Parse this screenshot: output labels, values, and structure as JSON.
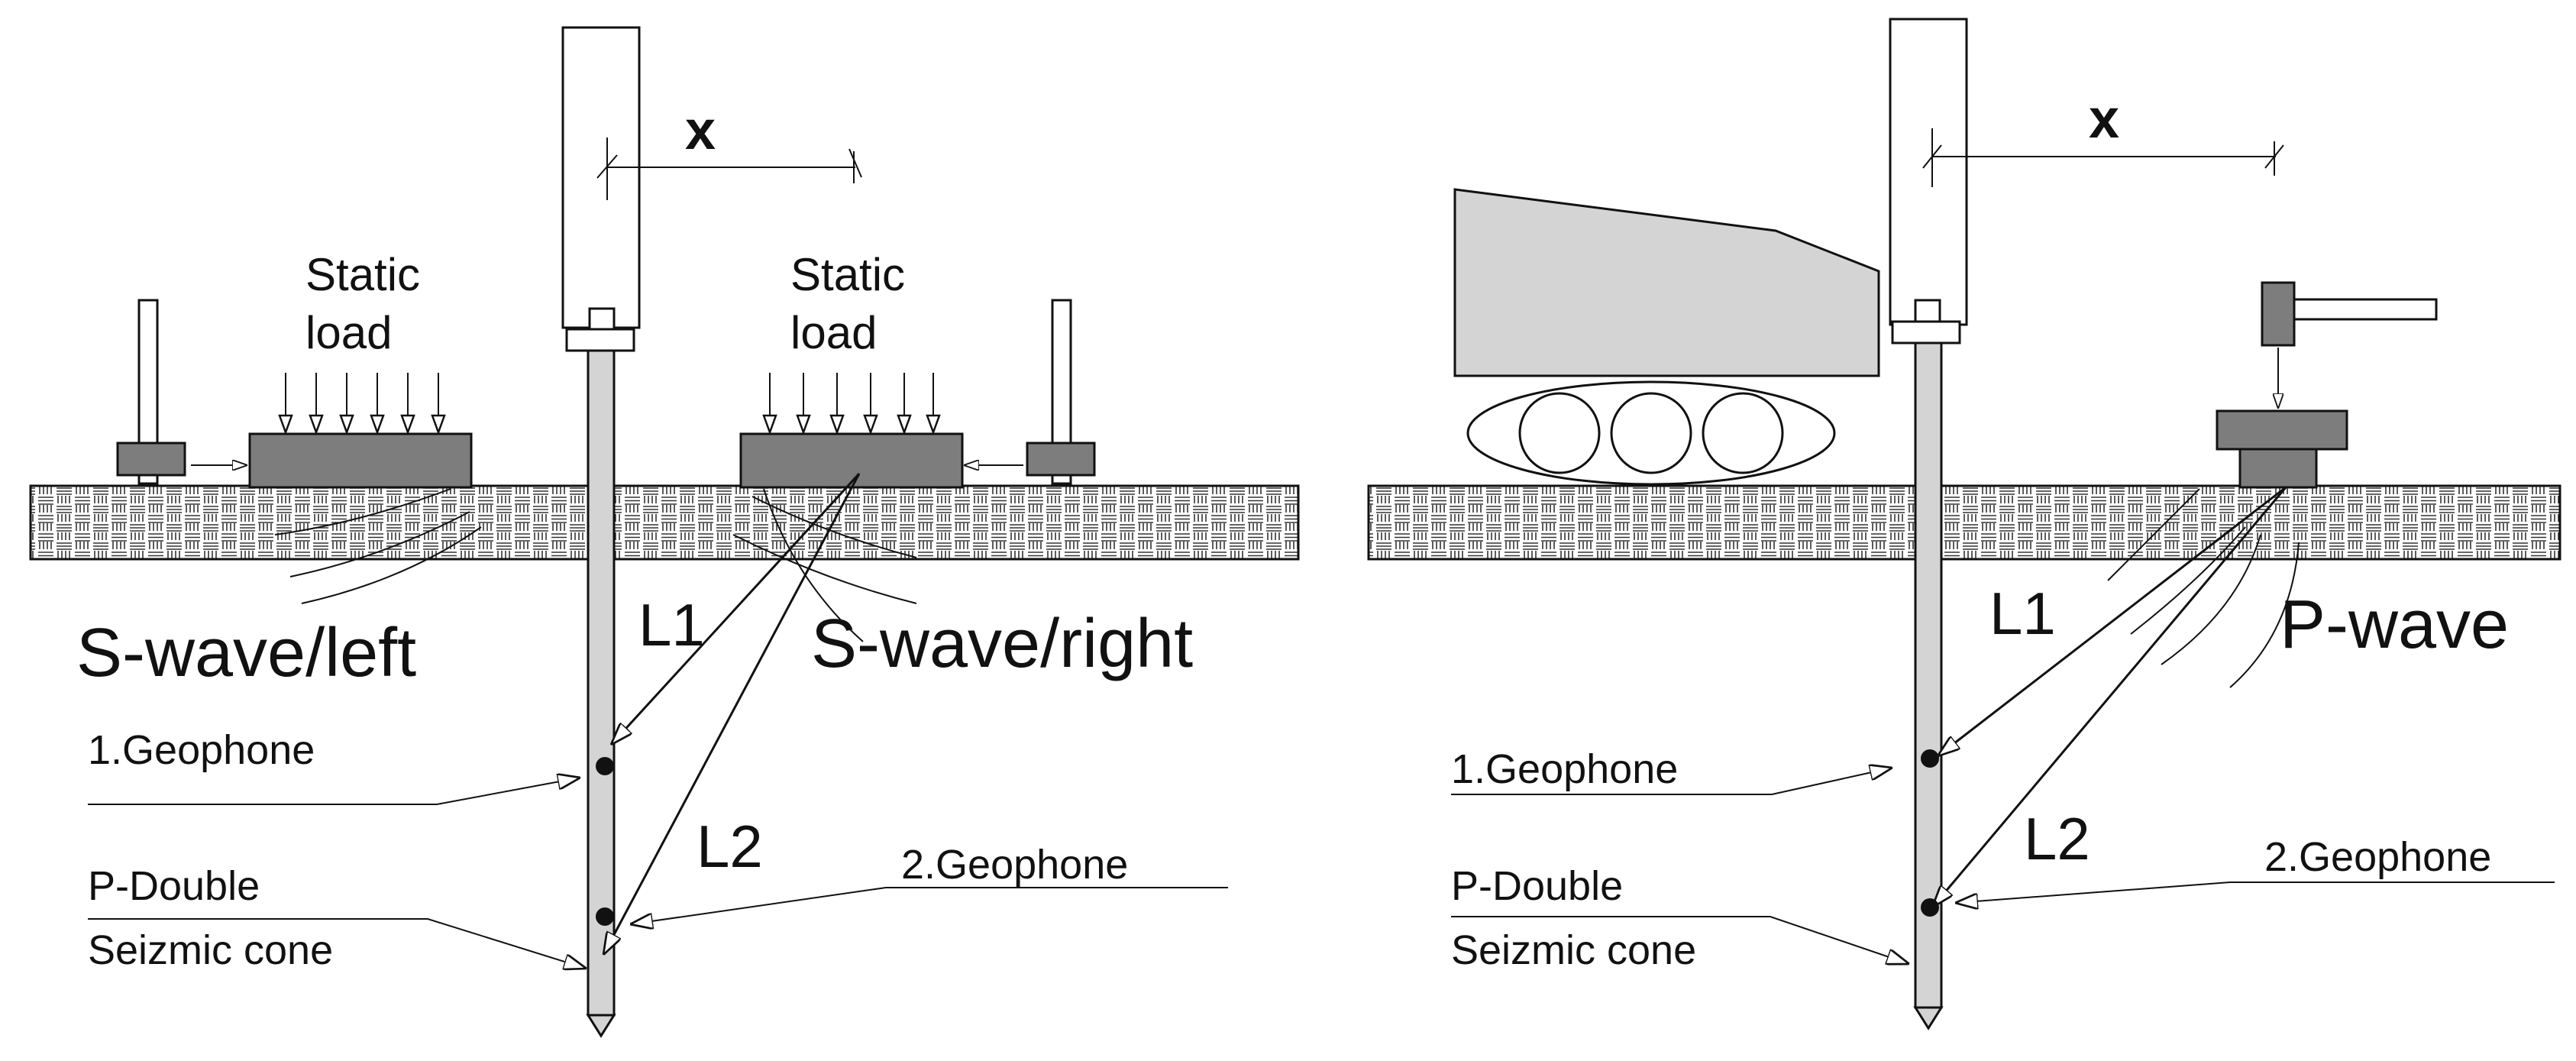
{
  "left_panel": {
    "label_x": "x",
    "static_load_left": [
      "Static",
      "load"
    ],
    "static_load_right": [
      "Static",
      "load"
    ],
    "wave_left": "S-wave/left",
    "wave_right": "S-wave/right",
    "label_L1": "L1",
    "label_L2": "L2",
    "geophone_1": "1.Geophone",
    "geophone_2": "2.Geophone",
    "cone_line1": "P-Double",
    "cone_line2": "Seizmic cone"
  },
  "right_panel": {
    "label_x": "x",
    "wave": "P-wave",
    "label_L1": "L1",
    "label_L2": "L2",
    "geophone_1": "1.Geophone",
    "geophone_2": "2.Geophone",
    "cone_line1": "P-Double",
    "cone_line2": "Seizmic cone"
  },
  "colors": {
    "dark_gray": "#7d7d7d",
    "light_gray": "#d4d4d4",
    "line": "#111111"
  }
}
